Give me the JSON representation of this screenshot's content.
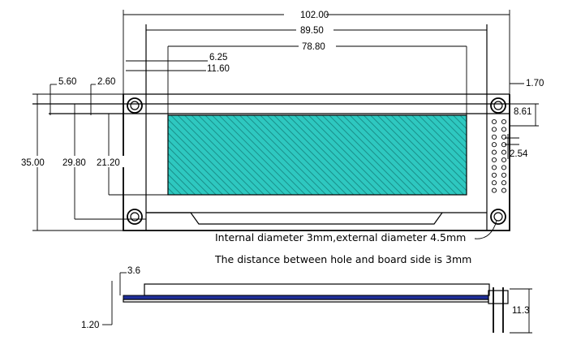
{
  "top_view": {
    "dims": {
      "board_width": "102.00",
      "frame_width": "89.50",
      "active_width": "78.80",
      "offset_a": "6.25",
      "offset_b": "11.60",
      "hole_x": "5.60",
      "hole_inset": "2.60",
      "right_margin": "1.70",
      "pin_offset": "8.61",
      "pin_pitch": "2.54",
      "board_height": "35.00",
      "frame_height": "29.80",
      "active_height": "21.20"
    },
    "notes": {
      "hole_diameter": "Internal diameter 3mm,external diameter 4.5mm",
      "hole_distance": "The distance between hole and board side is 3mm"
    },
    "colors": {
      "active_area": "#2ec8c0",
      "hatch": "#1a8f8a"
    }
  },
  "side_view": {
    "dims": {
      "module_height": "3.6",
      "board_thickness": "1.20",
      "pin_height": "11.3"
    },
    "colors": {
      "pcb": "#1f2f9a"
    }
  }
}
